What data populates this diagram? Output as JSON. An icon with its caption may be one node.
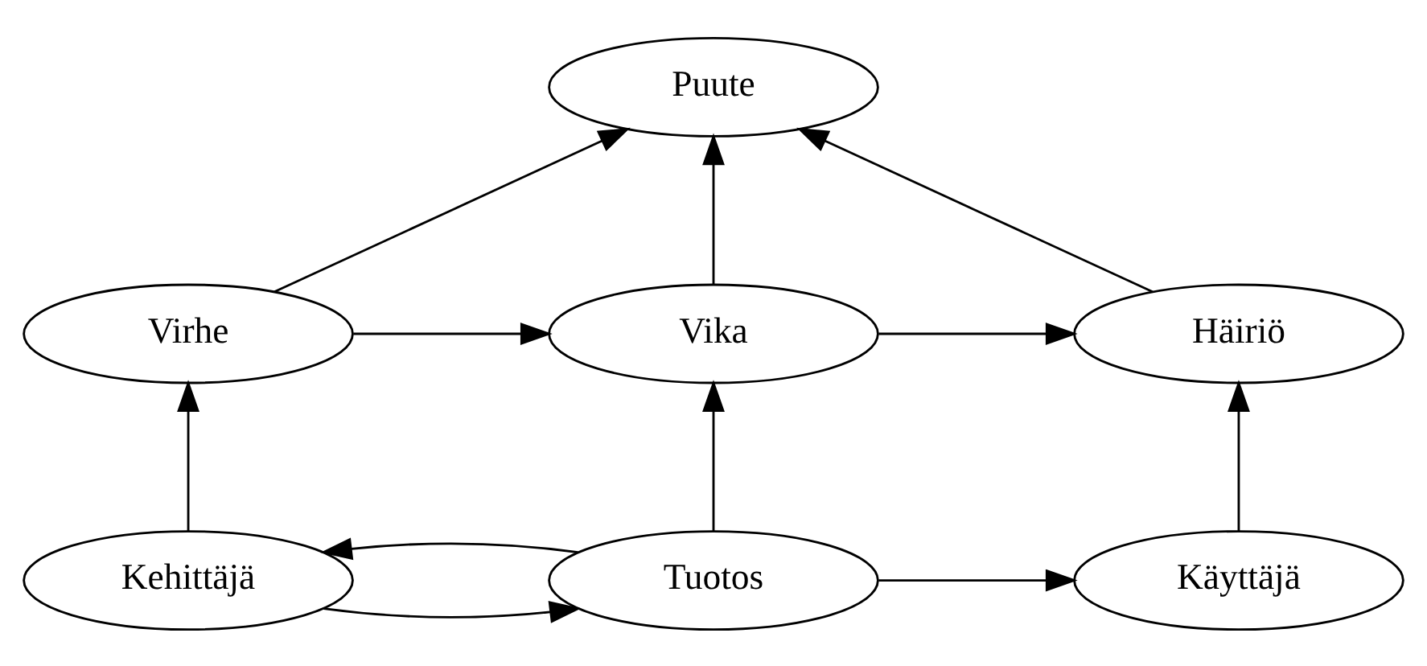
{
  "diagram": {
    "nodes": [
      {
        "text": [
          "Puute"
        ]
      },
      {
        "text": [
          "Virhe"
        ]
      },
      {
        "text": [
          "Vika"
        ]
      },
      {
        "text": [
          "Häiriö"
        ]
      },
      {
        "text": [
          "Kehittäjä"
        ]
      },
      {
        "text": [
          "Tuotos"
        ]
      },
      {
        "text": [
          "Käyttäjä"
        ]
      }
    ],
    "edges": [
      {
        "from": 1,
        "to": 0,
        "arrow": "to"
      },
      {
        "from": 2,
        "to": 0,
        "arrow": "to"
      },
      {
        "from": 3,
        "to": 0,
        "arrow": "to"
      },
      {
        "from": 1,
        "to": 2,
        "arrow": "to"
      },
      {
        "from": 2,
        "to": 3,
        "arrow": "to"
      },
      {
        "from": 4,
        "to": 1,
        "arrow": "to"
      },
      {
        "from": 5,
        "to": 2,
        "arrow": "to"
      },
      {
        "from": 6,
        "to": 3,
        "arrow": "to"
      },
      {
        "from": 5,
        "to": 4,
        "arrow": "to"
      },
      {
        "from": 4,
        "to": 5,
        "arrow": "to"
      },
      {
        "from": 5,
        "to": 6,
        "arrow": "to"
      }
    ]
  }
}
